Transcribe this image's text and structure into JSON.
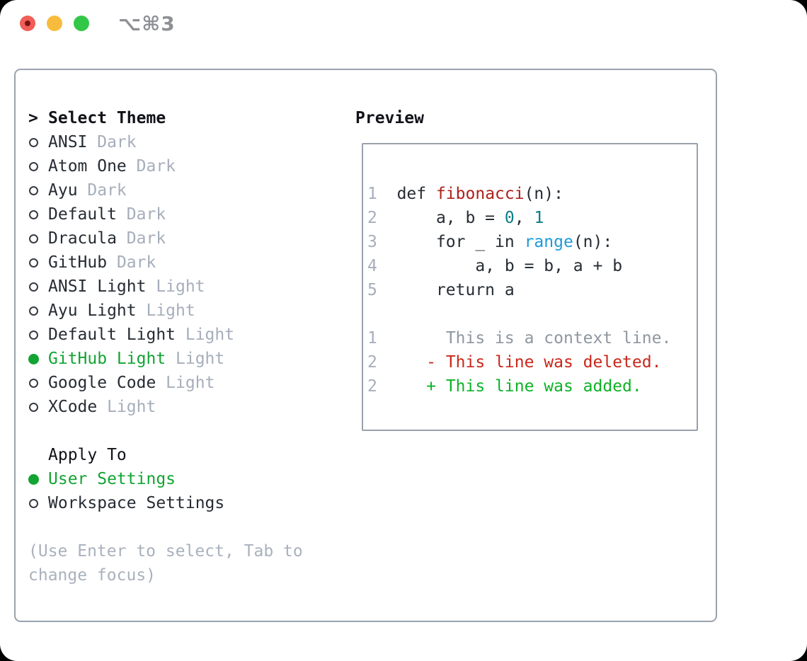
{
  "window": {
    "title": "⌥⌘3"
  },
  "traffic_lights": {
    "close": "#f05f57",
    "minimize": "#f7bc3d",
    "zoom": "#33c748"
  },
  "colors": {
    "accent_green": "#12a433",
    "added_green": "#0eb227",
    "deleted_red": "#c9271a",
    "function_red": "#ae211c",
    "number_teal": "#0c7d89",
    "builtin_blue": "#1d9bd9",
    "text_dark": "#262c33",
    "muted_gray": "#a6aebb",
    "context_gray": "#8e979f",
    "panel_border": "#99a2ac"
  },
  "theme_panel": {
    "prompt": ">",
    "title": "Select Theme",
    "themes": [
      {
        "name": "ANSI",
        "tag": "Dark",
        "selected": false
      },
      {
        "name": "Atom One",
        "tag": "Dark",
        "selected": false
      },
      {
        "name": "Ayu",
        "tag": "Dark",
        "selected": false
      },
      {
        "name": "Default",
        "tag": "Dark",
        "selected": false
      },
      {
        "name": "Dracula",
        "tag": "Dark",
        "selected": false
      },
      {
        "name": "GitHub",
        "tag": "Dark",
        "selected": false
      },
      {
        "name": "ANSI Light",
        "tag": "Light",
        "selected": false
      },
      {
        "name": "Ayu Light",
        "tag": "Light",
        "selected": false
      },
      {
        "name": "Default Light",
        "tag": "Light",
        "selected": false
      },
      {
        "name": "GitHub Light",
        "tag": "Light",
        "selected": true
      },
      {
        "name": "Google Code",
        "tag": "Light",
        "selected": false
      },
      {
        "name": "XCode",
        "tag": "Light",
        "selected": false
      }
    ],
    "apply_to": {
      "title": "Apply To",
      "options": [
        {
          "name": "User Settings",
          "selected": true
        },
        {
          "name": "Workspace Settings",
          "selected": false
        }
      ]
    },
    "help_lines": [
      "(Use Enter to select, Tab to",
      "change focus)"
    ]
  },
  "preview": {
    "title": "Preview",
    "code_lines": [
      {
        "num": "1",
        "segments": [
          {
            "t": "def ",
            "c": "text"
          },
          {
            "t": "fibonacci",
            "c": "func"
          },
          {
            "t": "(n):",
            "c": "text"
          }
        ]
      },
      {
        "num": "2",
        "segments": [
          {
            "t": "    a, b = ",
            "c": "text"
          },
          {
            "t": "0",
            "c": "num"
          },
          {
            "t": ", ",
            "c": "text"
          },
          {
            "t": "1",
            "c": "num"
          }
        ]
      },
      {
        "num": "3",
        "segments": [
          {
            "t": "    for _ in ",
            "c": "text"
          },
          {
            "t": "range",
            "c": "builtin"
          },
          {
            "t": "(n):",
            "c": "text"
          }
        ]
      },
      {
        "num": "4",
        "segments": [
          {
            "t": "        a, b = b, a + b",
            "c": "text"
          }
        ]
      },
      {
        "num": "5",
        "segments": [
          {
            "t": "    return a",
            "c": "text"
          }
        ]
      }
    ],
    "diff_lines": [
      {
        "num": "1",
        "marker": " ",
        "text": "This is a context line.",
        "kind": "context"
      },
      {
        "num": "2",
        "marker": "-",
        "text": "This line was deleted.",
        "kind": "deleted"
      },
      {
        "num": "2",
        "marker": "+",
        "text": "This line was added.",
        "kind": "added"
      }
    ]
  }
}
